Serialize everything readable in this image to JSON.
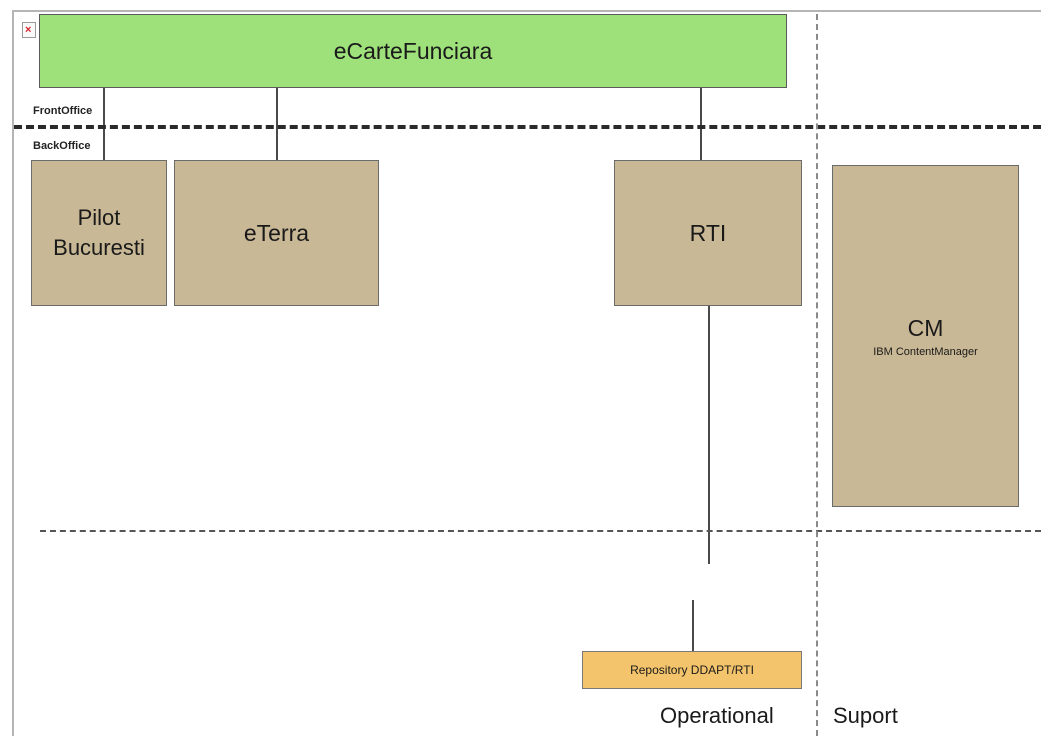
{
  "diagram": {
    "top_system": "eCarteFunciara",
    "labels": {
      "front_office": "FrontOffice",
      "back_office": "BackOffice"
    },
    "backoffice_systems": [
      {
        "line1": "Pilot",
        "line2": "Bucuresti"
      },
      {
        "name": "eTerra"
      },
      {
        "name": "RTI"
      }
    ],
    "support_system": {
      "title": "CM",
      "subtitle": "IBM ContentManager"
    },
    "repository": "Repository DDAPT/RTI",
    "zones": {
      "operational": "Operational",
      "support": "Suport"
    },
    "colors": {
      "top_system": "#9ee07a",
      "systems": "#c9b895",
      "repository": "#f3c46b"
    }
  }
}
